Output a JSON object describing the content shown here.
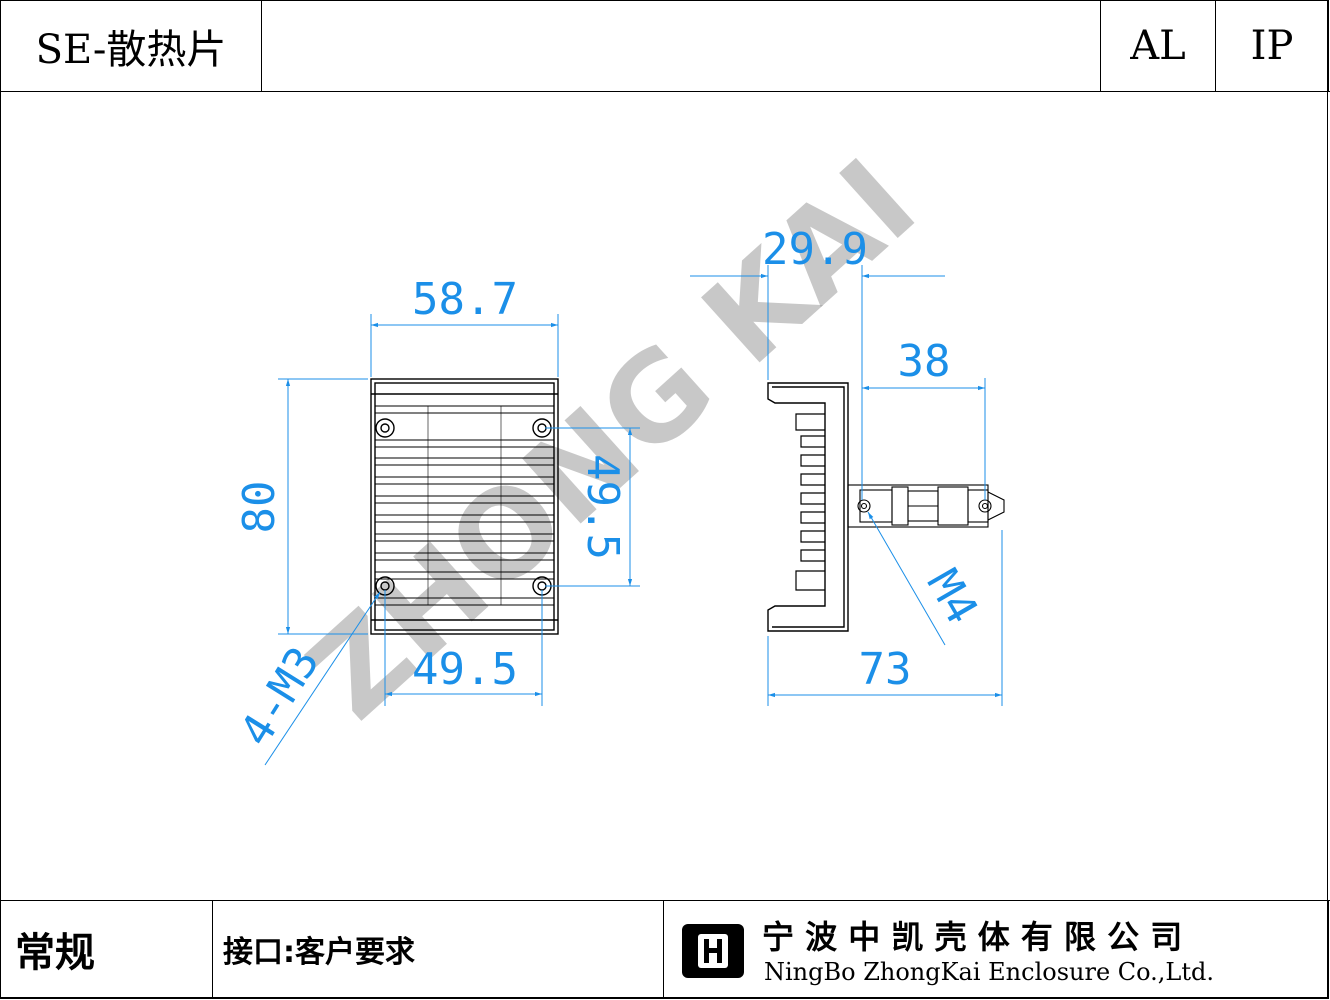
{
  "header": {
    "title": "SE-散热片",
    "material": "AL",
    "protection": "IP"
  },
  "drawing": {
    "watermark": "ZHONG KAI",
    "dims": {
      "width_top": "58.7",
      "height_left": "80",
      "hole_spacing_v": "49.5",
      "hole_spacing_h": "49.5",
      "holes": "4-M3",
      "side_depth": "29.9",
      "side_38": "38",
      "side_73": "73",
      "side_thread": "M4"
    }
  },
  "footer": {
    "category": "常规",
    "interface": "接口:客户要求",
    "company_cn": "宁 波 中 凯 壳 体 有 限 公 司",
    "company_en": "NingBo ZhongKai Enclosure Co.,Ltd."
  },
  "colors": {
    "dimension": "#1b8fe8",
    "line": "#000000"
  }
}
